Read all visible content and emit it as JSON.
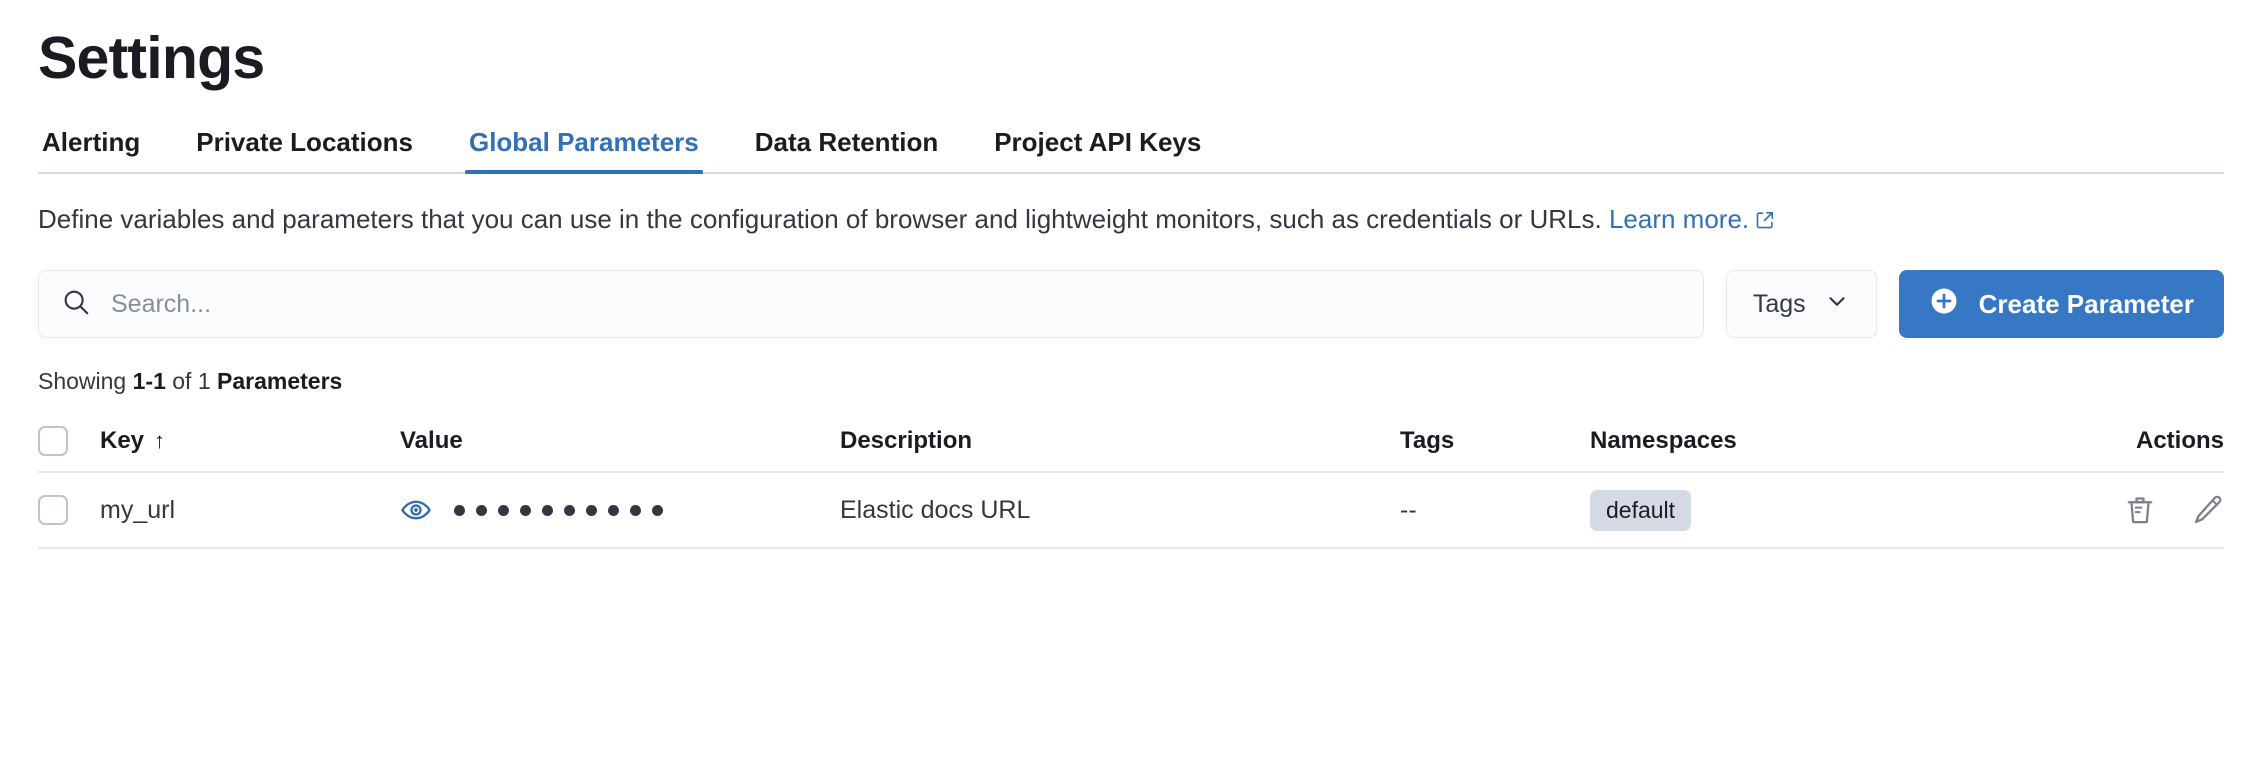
{
  "page": {
    "title": "Settings"
  },
  "tabs": [
    {
      "label": "Alerting",
      "active": false
    },
    {
      "label": "Private Locations",
      "active": false
    },
    {
      "label": "Global Parameters",
      "active": true
    },
    {
      "label": "Data Retention",
      "active": false
    },
    {
      "label": "Project API Keys",
      "active": false
    }
  ],
  "description": {
    "text": "Define variables and parameters that you can use in the configuration of browser and lightweight monitors, such as credentials or URLs. ",
    "link_label": "Learn more.",
    "link_icon": "external-link-icon"
  },
  "controls": {
    "search": {
      "placeholder": "Search...",
      "value": "",
      "icon": "search-icon"
    },
    "tags_filter": {
      "label": "Tags",
      "icon": "chevron-down-icon"
    },
    "create_button": {
      "label": "Create Parameter",
      "icon": "plus-circle-icon"
    }
  },
  "results": {
    "prefix": "Showing ",
    "range": "1-1",
    "middle": " of 1 ",
    "entity": "Parameters"
  },
  "table": {
    "columns": [
      {
        "key": "key",
        "label": "Key",
        "sort": "asc",
        "sort_icon": "arrow-up-icon"
      },
      {
        "key": "value",
        "label": "Value"
      },
      {
        "key": "description",
        "label": "Description"
      },
      {
        "key": "tags",
        "label": "Tags"
      },
      {
        "key": "namespaces",
        "label": "Namespaces"
      },
      {
        "key": "actions",
        "label": "Actions"
      }
    ],
    "rows": [
      {
        "key": "my_url",
        "value_masked_dots": 10,
        "value_toggle_icon": "eye-icon",
        "description": "Elastic docs URL",
        "tags": "--",
        "namespaces": [
          "default"
        ],
        "actions": [
          "delete-icon",
          "edit-icon"
        ]
      }
    ]
  },
  "colors": {
    "accent_blue": "#336FB5",
    "button_blue": "#3678C4",
    "badge_bg": "#D3DAE6",
    "text_primary": "#1A1C21",
    "text_secondary": "#343741",
    "border": "#E6E9F0"
  }
}
